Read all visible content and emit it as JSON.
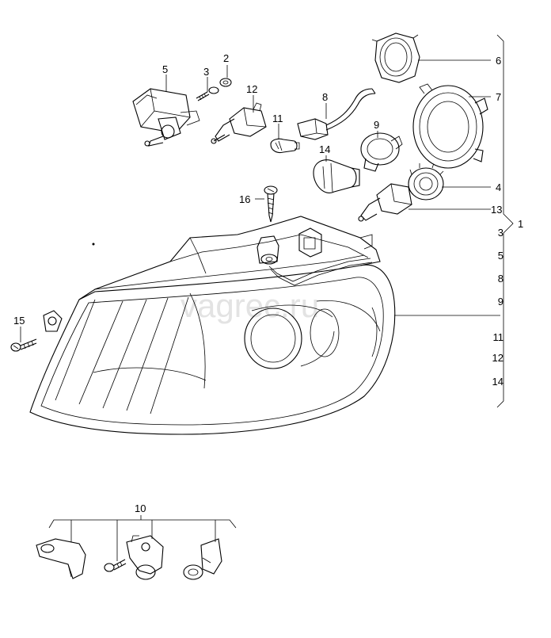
{
  "watermark": "vagrec.ru",
  "callouts": {
    "c1": "1",
    "c2": "2",
    "c3": "3",
    "c4": "4",
    "c5": "5",
    "c6": "6",
    "c7": "7",
    "c8": "8",
    "c9": "9",
    "c10": "10",
    "c11": "11",
    "c12": "12",
    "c13": "13",
    "c14": "14",
    "c15": "15",
    "c16": "16"
  },
  "assembly_list": [
    "3",
    "5",
    "8",
    "9",
    "11",
    "12",
    "14"
  ]
}
